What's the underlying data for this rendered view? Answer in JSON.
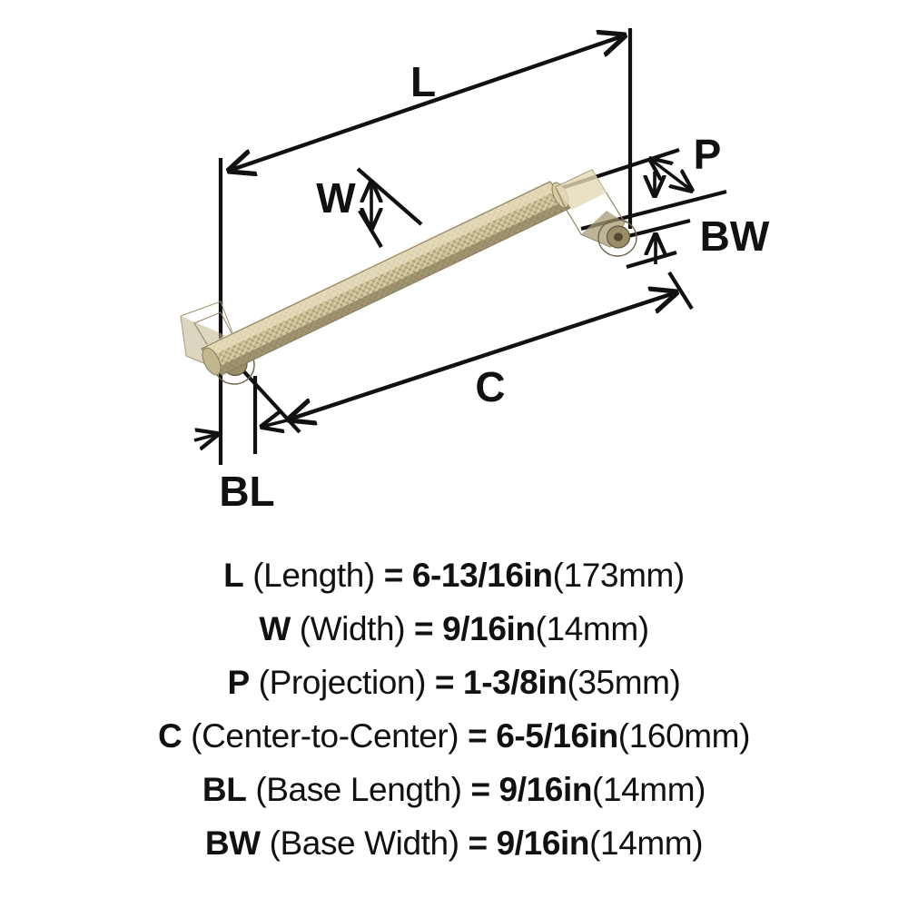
{
  "product": {
    "name": "knurled-bar-cabinet-pull",
    "finish_color": "#c6b98e",
    "finish_highlight": "#e6dec2",
    "finish_shadow": "#8d8260",
    "line_color": "#111111"
  },
  "diagram": {
    "callouts": [
      {
        "id": "L",
        "label": "L"
      },
      {
        "id": "W",
        "label": "W"
      },
      {
        "id": "P",
        "label": "P"
      },
      {
        "id": "BW",
        "label": "BW"
      },
      {
        "id": "C",
        "label": "C"
      },
      {
        "id": "BL",
        "label": "BL"
      }
    ]
  },
  "legend": {
    "rows": [
      {
        "code": "L",
        "name": " (Length) ",
        "eq": "= ",
        "imperial": "6-13/16in",
        "metric": "(173mm)"
      },
      {
        "code": "W",
        "name": " (Width) ",
        "eq": "= ",
        "imperial": "9/16in",
        "metric": "(14mm)"
      },
      {
        "code": "P",
        "name": " (Projection) ",
        "eq": "= ",
        "imperial": "1-3/8in",
        "metric": "(35mm)"
      },
      {
        "code": "C",
        "name": " (Center-to-Center) ",
        "eq": "= ",
        "imperial": "6-5/16in",
        "metric": "(160mm)"
      },
      {
        "code": "BL",
        "name": " (Base Length) ",
        "eq": "= ",
        "imperial": "9/16in",
        "metric": "(14mm)"
      },
      {
        "code": "BW",
        "name": " (Base Width) ",
        "eq": "= ",
        "imperial": "9/16in",
        "metric": "(14mm)"
      }
    ]
  }
}
